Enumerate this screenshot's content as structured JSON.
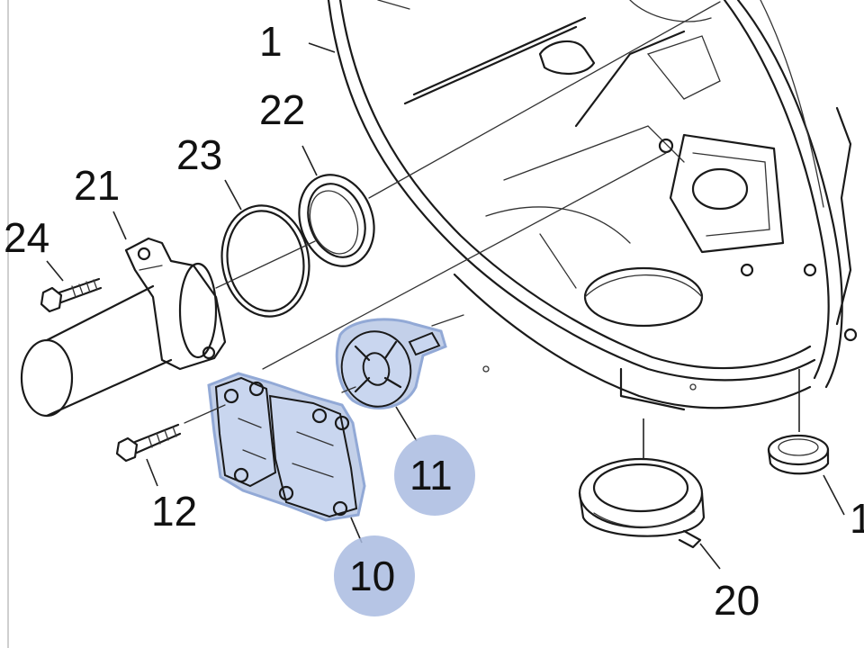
{
  "diagram": {
    "callouts": [
      {
        "id": "1",
        "label": "1"
      },
      {
        "id": "22",
        "label": "22"
      },
      {
        "id": "23",
        "label": "23"
      },
      {
        "id": "21",
        "label": "21"
      },
      {
        "id": "24",
        "label": "24"
      },
      {
        "id": "12",
        "label": "12"
      },
      {
        "id": "11",
        "label": "11",
        "highlighted": true
      },
      {
        "id": "10",
        "label": "10",
        "highlighted": true
      },
      {
        "id": "20",
        "label": "20"
      },
      {
        "id": "edge",
        "label": "1"
      }
    ],
    "highlight_color": "#b9c8e6",
    "badge_color": "#a9bbe0"
  }
}
